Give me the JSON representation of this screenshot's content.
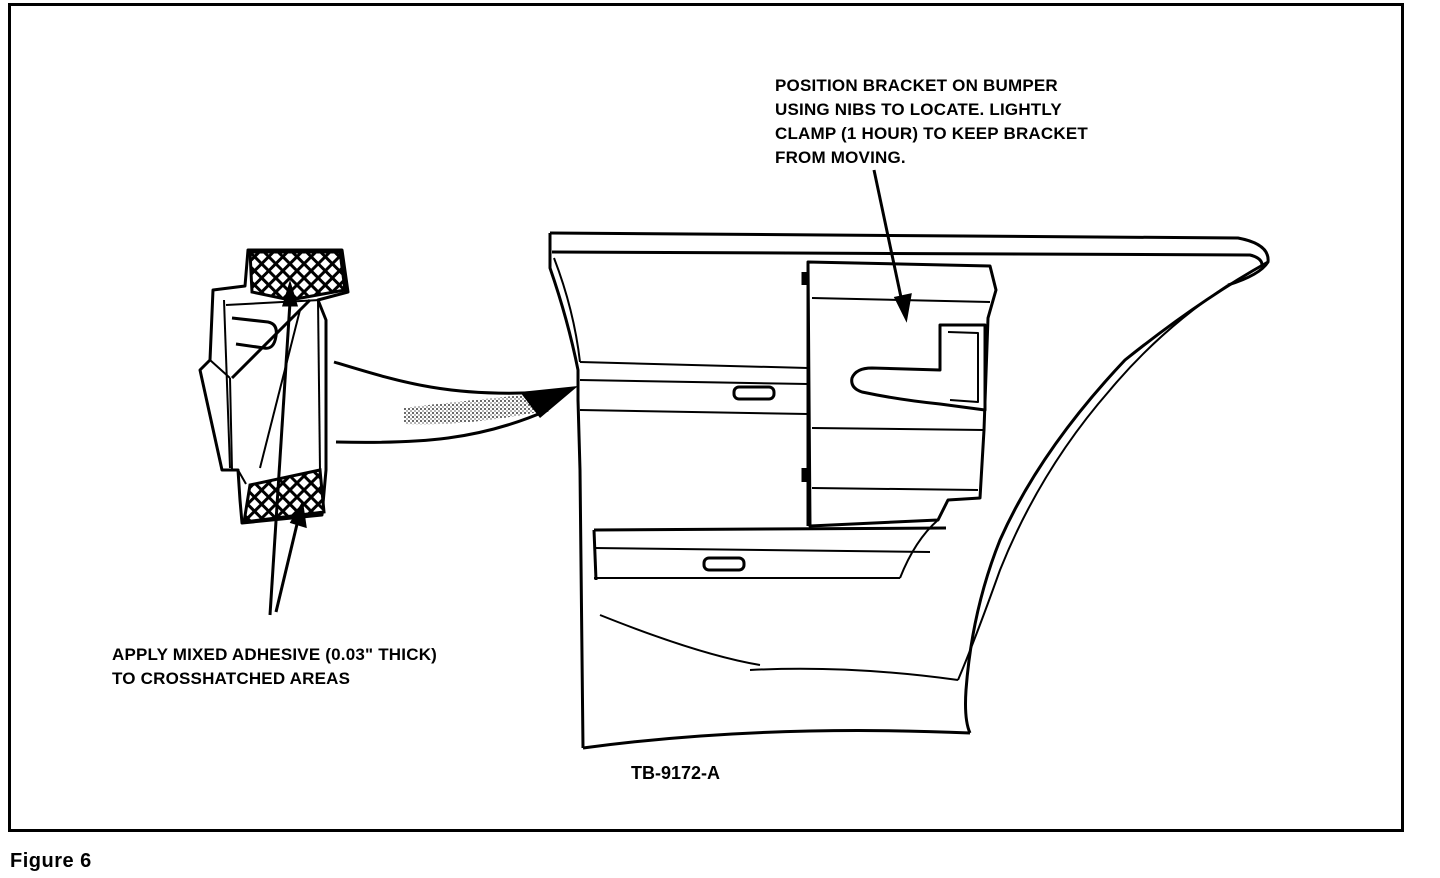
{
  "callouts": {
    "position_bracket": [
      "POSITION BRACKET ON BUMPER",
      "USING NIBS TO LOCATE. LIGHTLY",
      "CLAMP (1 HOUR) TO KEEP BRACKET",
      "FROM MOVING."
    ],
    "apply_adhesive": [
      "APPLY MIXED ADHESIVE (0.03\" THICK)",
      "TO CROSSHATCHED AREAS"
    ]
  },
  "part_code": "TB-9172-A",
  "caption": "Figure 6"
}
